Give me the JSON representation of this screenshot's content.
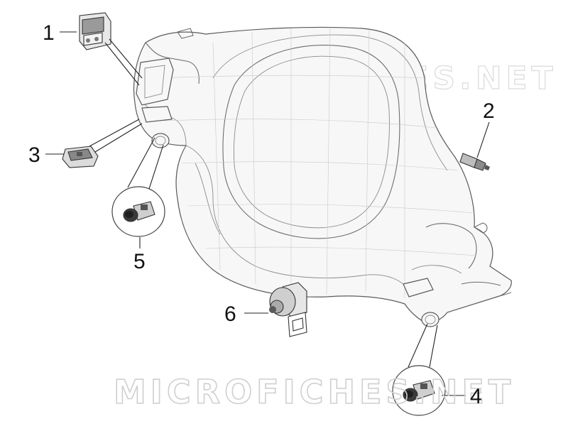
{
  "watermark": {
    "top_text": "MICROFICHES.NET",
    "bottom_text": "MICROFICHES.NET"
  },
  "callouts": [
    {
      "id": "1",
      "label": "1"
    },
    {
      "id": "2",
      "label": "2"
    },
    {
      "id": "3",
      "label": "3"
    },
    {
      "id": "4",
      "label": "4"
    },
    {
      "id": "5",
      "label": "5"
    },
    {
      "id": "6",
      "label": "6"
    }
  ],
  "colors": {
    "line": "#5a5a5a",
    "watermark": "#cfcfcf",
    "callout_text": "#111111"
  }
}
